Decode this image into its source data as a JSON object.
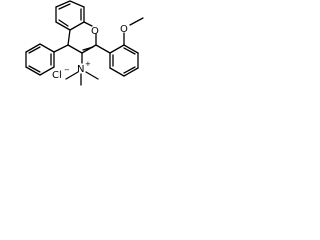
{
  "structure": {
    "atoms": {
      "ring_oxygen": "O",
      "methoxy_oxygen": "O",
      "nitrogen": "N",
      "nitrogen_charge": "+",
      "chloride": "Cl",
      "chloride_charge": "−"
    }
  },
  "colors": {
    "bond": "#000000",
    "background": "#ffffff"
  }
}
